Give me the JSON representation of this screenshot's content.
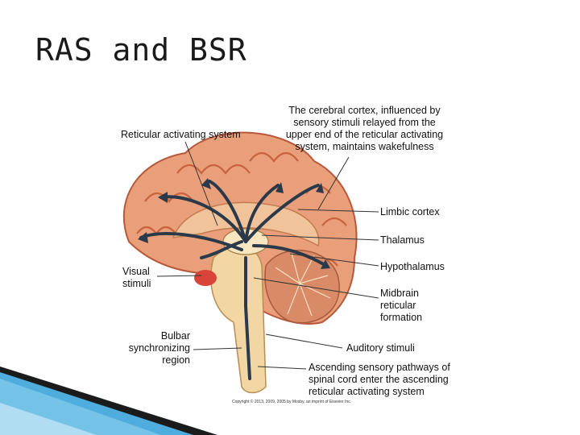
{
  "slide": {
    "title": "RAS and BSR"
  },
  "figure": {
    "labels": {
      "reticular_activating_system": "Reticular activating system",
      "cortex_note": [
        "The cerebral cortex, influenced by",
        "sensory stimuli relayed from the",
        "upper end of the reticular activating",
        "system, maintains wakefulness"
      ],
      "limbic_cortex": "Limbic cortex",
      "thalamus": "Thalamus",
      "hypothalamus": "Hypothalamus",
      "visual_stimuli": [
        "Visual",
        "stimuli"
      ],
      "midbrain": [
        "Midbrain",
        "reticular",
        "formation"
      ],
      "bulbar": [
        "Bulbar",
        "synchronizing",
        "region"
      ],
      "auditory_stimuli": "Auditory stimuli",
      "ascending": [
        "Ascending sensory pathways of",
        "spinal cord enter the ascending",
        "reticular activating system"
      ]
    },
    "copyright": "Copyright © 2013, 2009, 2005 by Mosby, an imprint of Elsevier Inc.",
    "colors": {
      "brain": "#e9a07a",
      "gyri": "#c8623f",
      "brainstem": "#f2d7a4",
      "arrow": "#2b3a4a",
      "accent": "#2f9fd6"
    }
  }
}
